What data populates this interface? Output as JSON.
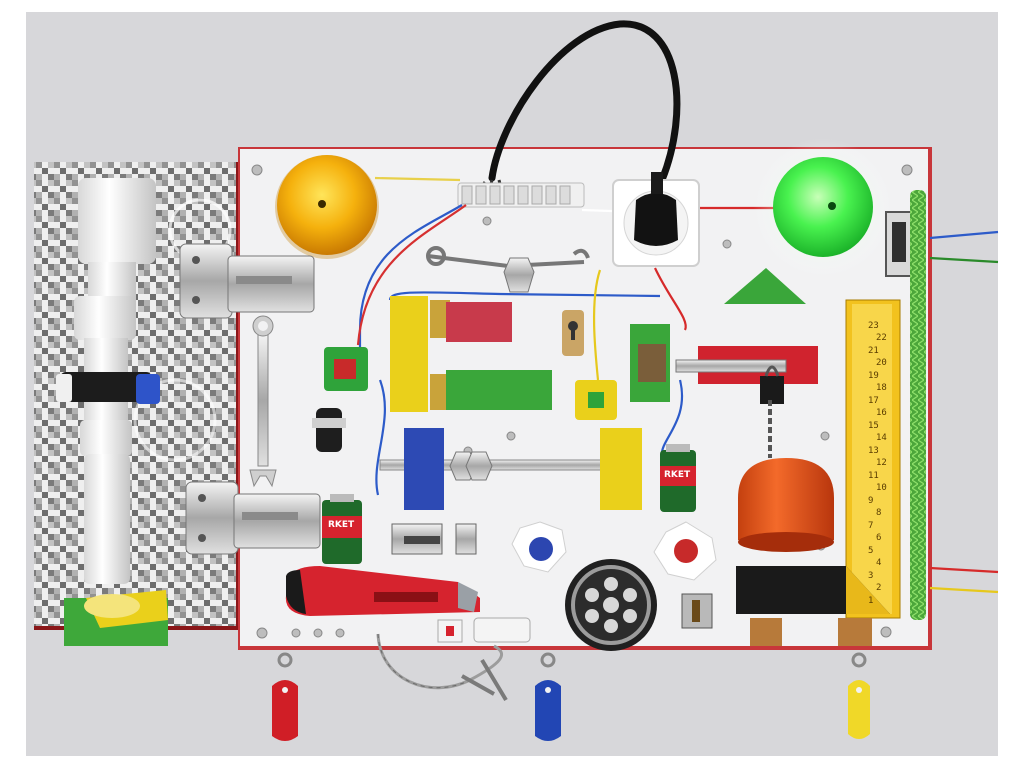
{
  "colors": {
    "wall": "#d9d9dc",
    "board": "#f3f3f4",
    "board_edge": "#c9363a",
    "lamp_yellow": "#f2a10a",
    "lamp_green": "#3cf04a",
    "ruler": "#f2c21e",
    "red": "#d9232e",
    "blue": "#2a4bb4",
    "green": "#3d9a3a",
    "yellow": "#e9c11b"
  },
  "icons": [
    "yellow-lamp-icon",
    "green-lamp-icon",
    "power-socket-icon",
    "power-plug-icon",
    "pipe-icon",
    "hinge-icon",
    "wrench-icon",
    "ruler-icon",
    "box-cutter-icon",
    "drain-cover-icon",
    "chain-icon",
    "key-tag-icon",
    "battery-icon",
    "bell-icon"
  ],
  "battery": {
    "brand": "RKET"
  },
  "ruler": {
    "ticks": [
      "1",
      "2",
      "3",
      "4",
      "5",
      "6",
      "7",
      "8",
      "9",
      "10",
      "11",
      "12",
      "13",
      "14",
      "15",
      "16",
      "17",
      "18",
      "19",
      "20",
      "21",
      "22",
      "23"
    ]
  }
}
